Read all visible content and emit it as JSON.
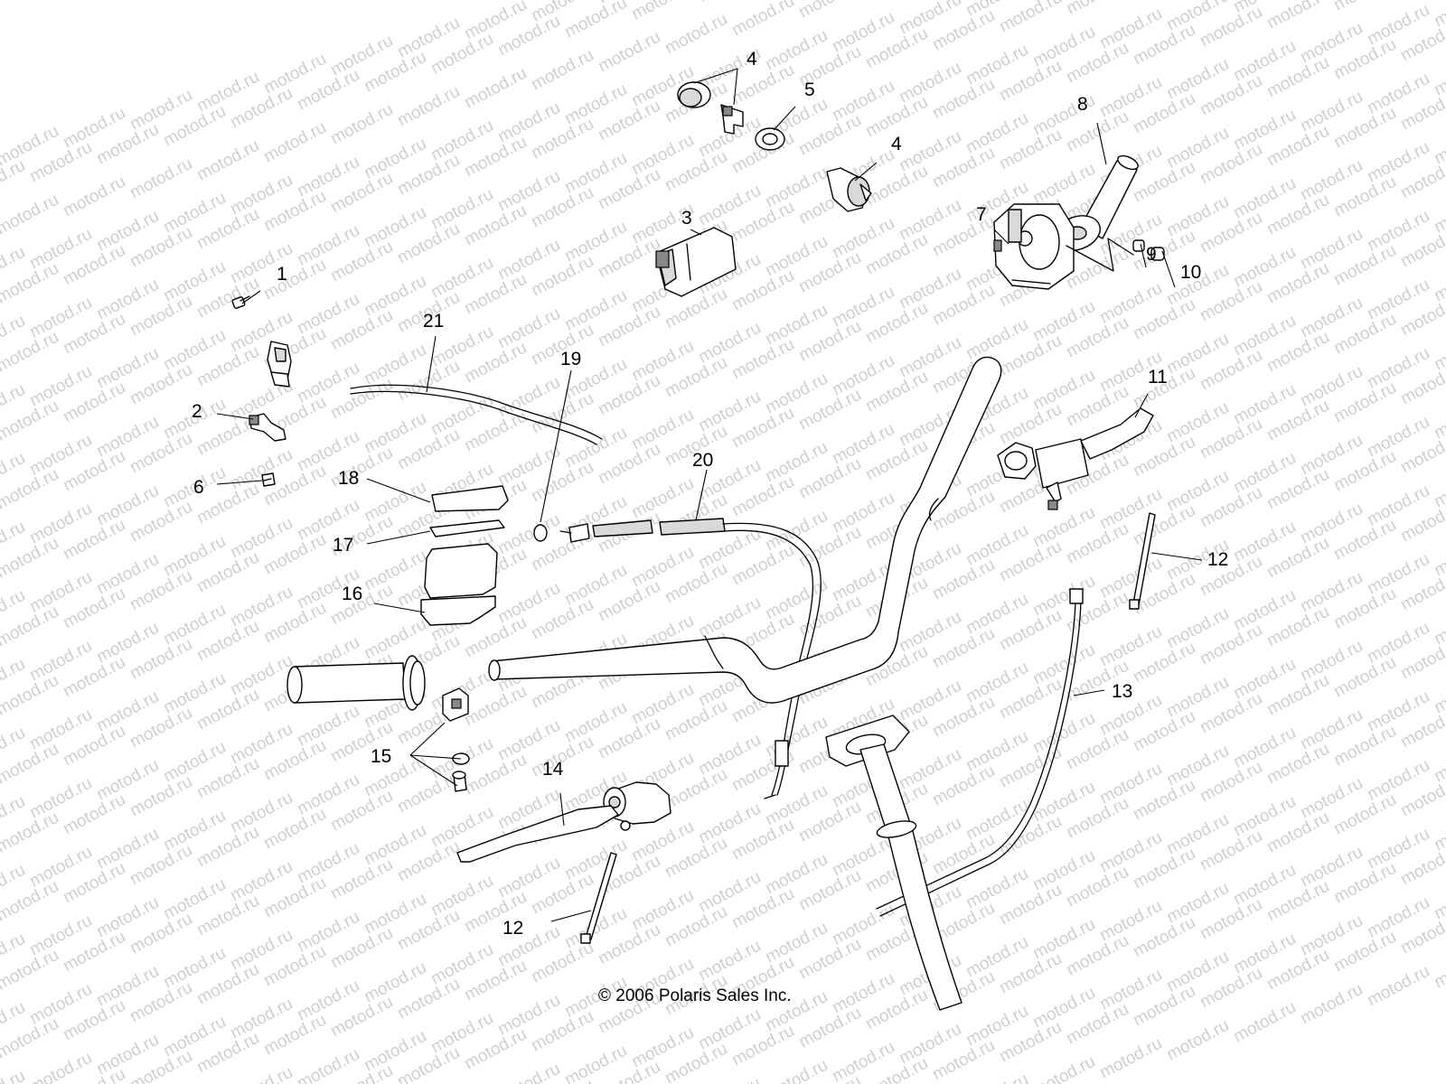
{
  "watermark": "motod.ru",
  "copyright": "© 2006 Polaris Sales Inc.",
  "callouts": [
    {
      "id": "c1",
      "label": "1"
    },
    {
      "id": "c2",
      "label": "2"
    },
    {
      "id": "c3",
      "label": "3"
    },
    {
      "id": "c4a",
      "label": "4"
    },
    {
      "id": "c4b",
      "label": "4"
    },
    {
      "id": "c5",
      "label": "5"
    },
    {
      "id": "c6",
      "label": "6"
    },
    {
      "id": "c7",
      "label": "7"
    },
    {
      "id": "c8",
      "label": "8"
    },
    {
      "id": "c9",
      "label": "9"
    },
    {
      "id": "c10",
      "label": "10"
    },
    {
      "id": "c11",
      "label": "11"
    },
    {
      "id": "c12a",
      "label": "12"
    },
    {
      "id": "c12b",
      "label": "12"
    },
    {
      "id": "c13",
      "label": "13"
    },
    {
      "id": "c14",
      "label": "14"
    },
    {
      "id": "c15",
      "label": "15"
    },
    {
      "id": "c16",
      "label": "16"
    },
    {
      "id": "c17",
      "label": "17"
    },
    {
      "id": "c18",
      "label": "18"
    },
    {
      "id": "c19",
      "label": "19"
    },
    {
      "id": "c20",
      "label": "20"
    },
    {
      "id": "c21",
      "label": "21"
    }
  ]
}
